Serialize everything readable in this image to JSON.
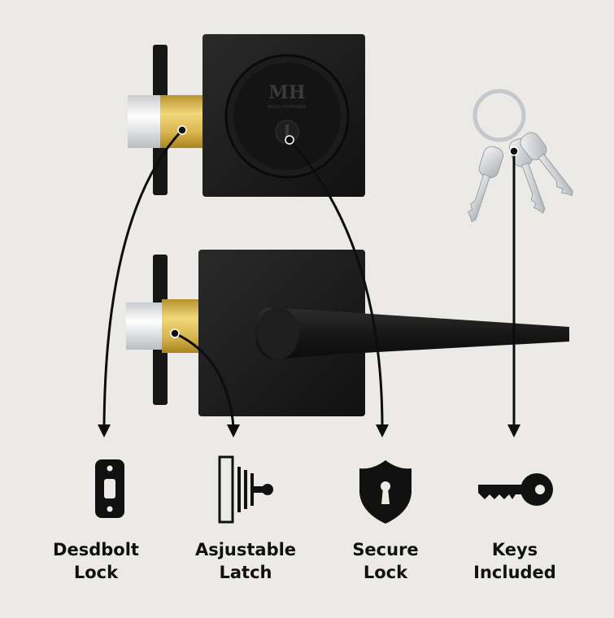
{
  "product": {
    "brand_mark": "MH",
    "brand_name": "MOOD HOMEWARE"
  },
  "features": [
    {
      "line1": "Desdbolt",
      "line2": "Lock",
      "icon": "deadbolt-strike-plate-icon"
    },
    {
      "line1": "Asjustable",
      "line2": "Latch",
      "icon": "adjustable-latch-icon"
    },
    {
      "line1": "Secure",
      "line2": "Lock",
      "icon": "shield-keyhole-icon"
    },
    {
      "line1": "Keys",
      "line2": "Included",
      "icon": "key-icon"
    }
  ],
  "colors": {
    "background": "#eceae7",
    "hardware": "#1a1a1a",
    "brass": "#d9b650",
    "chrome": "#e2e4e6"
  }
}
